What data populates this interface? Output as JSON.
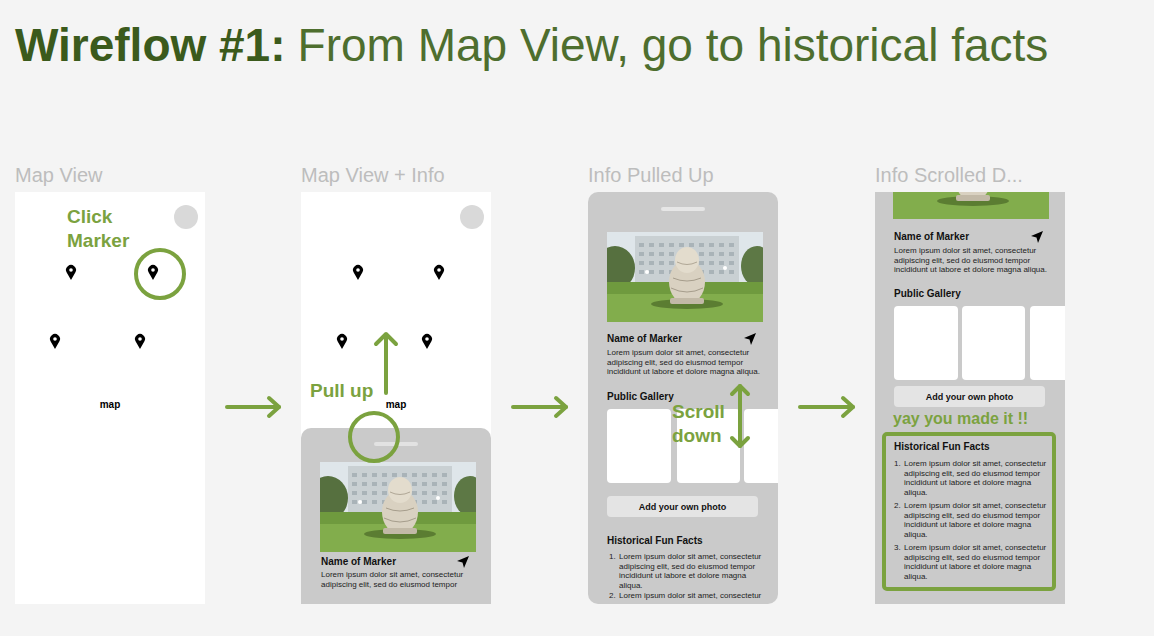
{
  "diagram": {
    "title": "Wireflow #1:",
    "nodes": [
      {
        "text": [
          "Map View",
          "map"
        ]
      },
      {
        "text": [
          "Map View + Info",
          "map"
        ]
      },
      {
        "text": [
          "Name of Marker",
          "Lorem ipsum dolor sit amet, consectetur adipiscing elit, sed do eiusmod tempor"
        ],
        "in": 1
      },
      {
        "text": [
          "Info Pulled Up",
          "Name of Marker",
          "Lorem ipsum dolor sit amet, consectetur adipiscing elit, sed do eiusmod tempor incididunt ut labore et dolore magna aliqua.",
          "Public Gallery",
          "Historical Fun Facts",
          "1.",
          "Lorem ipsum dolor sit amet, consectetur adipiscing elit, sed do eiusmod tempor incididunt ut labore et dolore magna aliqua.",
          "2.",
          "Lorem ipsum dolor sit amet, consectetur"
        ]
      },
      {
        "text": [
          "Add your own photo"
        ],
        "in": 3
      },
      {
        "text": [
          "Info Scrolled D...",
          "Name of Marker",
          "Lorem ipsum dolor sit amet, consectetur adipiscing elit, sed do eiusmod tempor incididunt ut labore et dolore magna aliqua.",
          "Public Gallery"
        ]
      },
      {
        "text": [
          "Add your own photo"
        ],
        "in": 5
      },
      {
        "text": [
          "Historical Fun Facts",
          "1.",
          "Lorem ipsum dolor sit amet, consectetur adipiscing elit, sed do eiusmod tempor incididunt ut labore et dolore magna aliqua.",
          "2.",
          "Lorem ipsum dolor sit amet, consectetur adipiscing elit, sed do eiusmod tempor incididunt ut labore et dolore magna aliqua.",
          "3.",
          "Lorem ipsum dolor sit amet, consectetur adipiscing elit, sed do eiusmod tempor incididunt ut labore et dolore magna aliqua."
        ],
        "in": 5
      }
    ],
    "edges": [
      {
        "from": 0,
        "to": 1,
        "arrow": "to"
      },
      {
        "from": 1,
        "to": 3,
        "arrow": "to"
      },
      {
        "from": 3,
        "to": 5,
        "arrow": "to"
      }
    ],
    "labels": [
      "From Map View, go to historical facts",
      "Click Marker",
      "Pull up",
      "Scroll down",
      "yay you made it !!"
    ]
  }
}
